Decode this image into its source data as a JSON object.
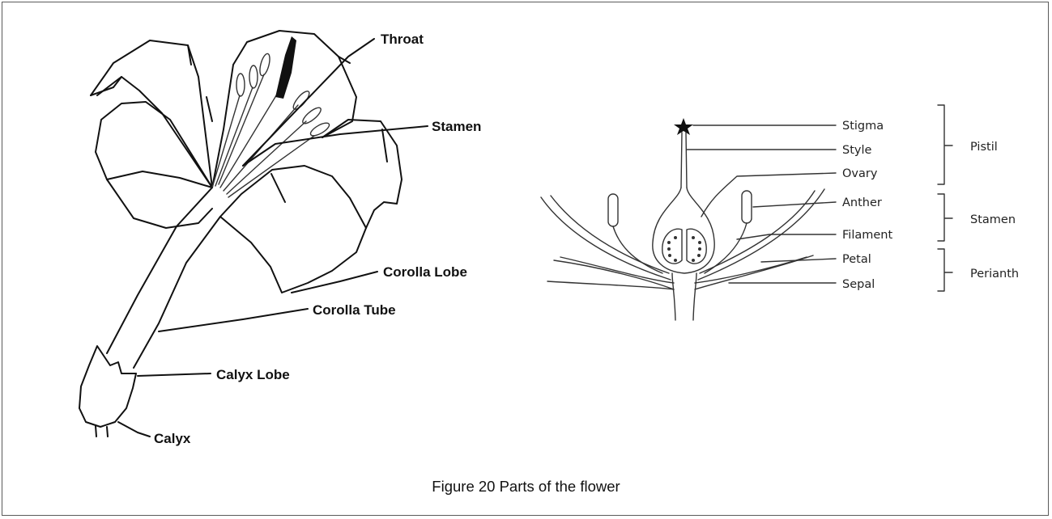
{
  "left_diagram": {
    "labels": {
      "throat": "Throat",
      "stamen": "Stamen",
      "corolla_lobe": "Corolla Lobe",
      "corolla_tube": "Corolla Tube",
      "calyx_lobe": "Calyx Lobe",
      "calyx": "Calyx"
    }
  },
  "right_diagram": {
    "labels": {
      "stigma": "Stigma",
      "style": "Style",
      "ovary": "Ovary",
      "anther": "Anther",
      "filament": "Filament",
      "petal": "Petal",
      "sepal": "Sepal"
    },
    "groups": {
      "pistil": "Pistil",
      "stamen": "Stamen",
      "perianth": "Perianth"
    }
  },
  "caption": "Figure 20 Parts of the flower"
}
